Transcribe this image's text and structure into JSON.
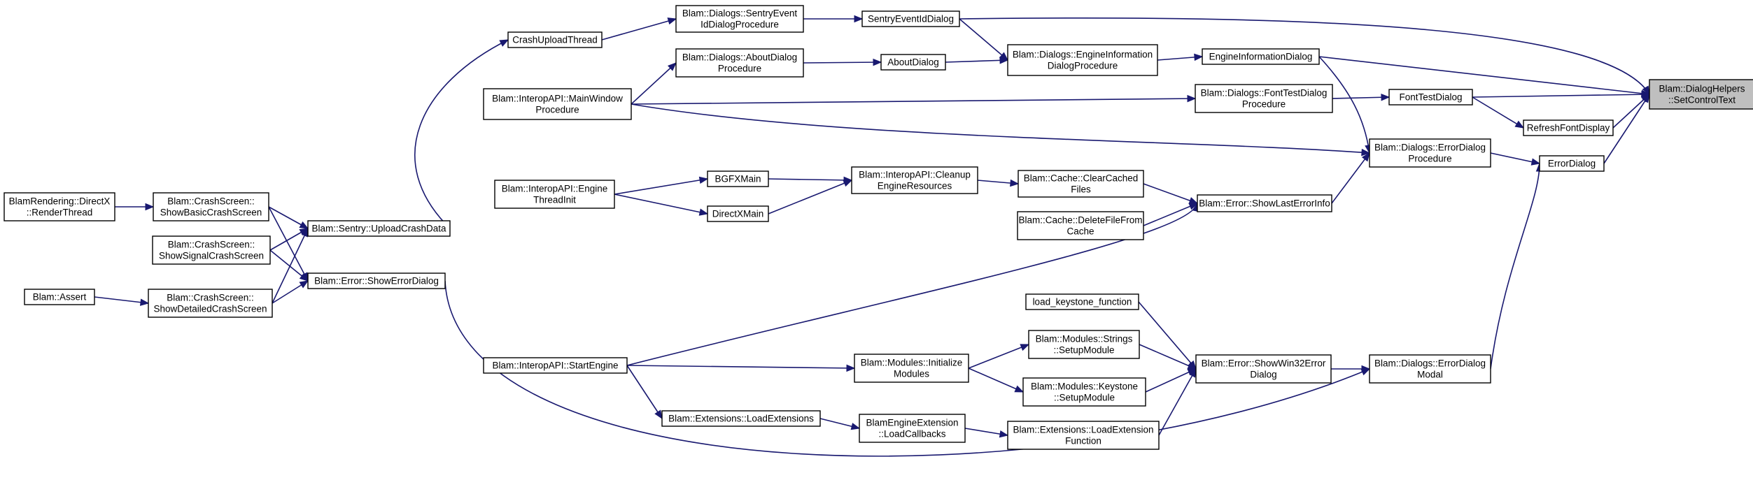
{
  "graph": {
    "title": "",
    "edge_color": "#191970",
    "root_fill": "#bfbfbf",
    "nodes": [
      {
        "id": "root",
        "lines": [
          "Blam::DialogHelpers",
          "::SetControlText"
        ]
      },
      {
        "id": "sentryEvt",
        "lines": [
          "SentryEventIdDialog"
        ]
      },
      {
        "id": "dlgSentry",
        "lines": [
          "Blam::Dialogs::SentryEvent",
          "IdDialogProcedure"
        ]
      },
      {
        "id": "crashUp",
        "lines": [
          "CrashUploadThread"
        ]
      },
      {
        "id": "uploadCrash",
        "lines": [
          "Blam::Sentry::UploadCrashData"
        ]
      },
      {
        "id": "engInfoDlg",
        "lines": [
          "EngineInformationDialog"
        ]
      },
      {
        "id": "dlgEngInfo",
        "lines": [
          "Blam::Dialogs::EngineInformation",
          "DialogProcedure"
        ]
      },
      {
        "id": "aboutDlg",
        "lines": [
          "AboutDialog"
        ]
      },
      {
        "id": "dlgAbout",
        "lines": [
          "Blam::Dialogs::AboutDialog",
          "Procedure"
        ]
      },
      {
        "id": "mainWin",
        "lines": [
          "Blam::InteropAPI::MainWindow",
          "Procedure"
        ]
      },
      {
        "id": "fontTest",
        "lines": [
          "FontTestDialog"
        ]
      },
      {
        "id": "dlgFontTest",
        "lines": [
          "Blam::Dialogs::FontTestDialog",
          "Procedure"
        ]
      },
      {
        "id": "refreshFont",
        "lines": [
          "RefreshFontDisplay"
        ]
      },
      {
        "id": "errorDlg",
        "lines": [
          "ErrorDialog"
        ]
      },
      {
        "id": "dlgError",
        "lines": [
          "Blam::Dialogs::ErrorDialog",
          "Procedure"
        ]
      },
      {
        "id": "showLastErr",
        "lines": [
          "Blam::Error::ShowLastErrorInfo"
        ]
      },
      {
        "id": "clearCached",
        "lines": [
          "Blam::Cache::ClearCached",
          "Files"
        ]
      },
      {
        "id": "deleteFile",
        "lines": [
          "Blam::Cache::DeleteFileFrom",
          "Cache"
        ]
      },
      {
        "id": "cleanup",
        "lines": [
          "Blam::InteropAPI::Cleanup",
          "EngineResources"
        ]
      },
      {
        "id": "bgfx",
        "lines": [
          "BGFXMain"
        ]
      },
      {
        "id": "dx",
        "lines": [
          "DirectXMain"
        ]
      },
      {
        "id": "engThread",
        "lines": [
          "Blam::InteropAPI::Engine",
          "ThreadInit"
        ]
      },
      {
        "id": "renderThread",
        "lines": [
          "BlamRendering::DirectX",
          "::RenderThread"
        ]
      },
      {
        "id": "basicCrash",
        "lines": [
          "Blam::CrashScreen::",
          "ShowBasicCrashScreen"
        ]
      },
      {
        "id": "signalCrash",
        "lines": [
          "Blam::CrashScreen::",
          "ShowSignalCrashScreen"
        ]
      },
      {
        "id": "detailCrash",
        "lines": [
          "Blam::CrashScreen::",
          "ShowDetailedCrashScreen"
        ]
      },
      {
        "id": "assert",
        "lines": [
          "Blam::Assert"
        ]
      },
      {
        "id": "showErrDlg",
        "lines": [
          "Blam::Error::ShowErrorDialog"
        ]
      },
      {
        "id": "startEngine",
        "lines": [
          "Blam::InteropAPI::StartEngine"
        ]
      },
      {
        "id": "modInit",
        "lines": [
          "Blam::Modules::Initialize",
          "Modules"
        ]
      },
      {
        "id": "modStrings",
        "lines": [
          "Blam::Modules::Strings",
          "::SetupModule"
        ]
      },
      {
        "id": "modKeystone",
        "lines": [
          "Blam::Modules::Keystone",
          "::SetupModule"
        ]
      },
      {
        "id": "loadKeystone",
        "lines": [
          "load_keystone_function"
        ]
      },
      {
        "id": "win32Err",
        "lines": [
          "Blam::Error::ShowWin32Error",
          "Dialog"
        ]
      },
      {
        "id": "dlgErrorModal",
        "lines": [
          "Blam::Dialogs::ErrorDialog",
          "Modal"
        ]
      },
      {
        "id": "loadExts",
        "lines": [
          "Blam::Extensions::LoadExtensions"
        ]
      },
      {
        "id": "loadCallbacks",
        "lines": [
          "BlamEngineExtension",
          "::LoadCallbacks"
        ]
      },
      {
        "id": "loadExtFunc",
        "lines": [
          "Blam::Extensions::LoadExtension",
          "Function"
        ]
      }
    ],
    "edges": [
      [
        "sentryEvt",
        "root"
      ],
      [
        "engInfoDlg",
        "root"
      ],
      [
        "fontTest",
        "root"
      ],
      [
        "refreshFont",
        "root"
      ],
      [
        "errorDlg",
        "root"
      ],
      [
        "dlgSentry",
        "sentryEvt"
      ],
      [
        "crashUp",
        "dlgSentry"
      ],
      [
        "uploadCrash",
        "crashUp"
      ],
      [
        "dlgEngInfo",
        "engInfoDlg"
      ],
      [
        "sentryEvt",
        "dlgEngInfo"
      ],
      [
        "aboutDlg",
        "dlgEngInfo"
      ],
      [
        "dlgAbout",
        "aboutDlg"
      ],
      [
        "mainWin",
        "dlgAbout"
      ],
      [
        "dlgFontTest",
        "fontTest"
      ],
      [
        "mainWin",
        "dlgFontTest"
      ],
      [
        "fontTest",
        "refreshFont"
      ],
      [
        "dlgError",
        "errorDlg"
      ],
      [
        "mainWin",
        "dlgError"
      ],
      [
        "engInfoDlg",
        "dlgError"
      ],
      [
        "showLastErr",
        "dlgError"
      ],
      [
        "clearCached",
        "showLastErr"
      ],
      [
        "deleteFile",
        "showLastErr"
      ],
      [
        "startEngine",
        "showLastErr"
      ],
      [
        "cleanup",
        "clearCached"
      ],
      [
        "bgfx",
        "cleanup"
      ],
      [
        "dx",
        "cleanup"
      ],
      [
        "engThread",
        "bgfx"
      ],
      [
        "engThread",
        "dx"
      ],
      [
        "renderThread",
        "basicCrash"
      ],
      [
        "basicCrash",
        "uploadCrash"
      ],
      [
        "signalCrash",
        "uploadCrash"
      ],
      [
        "detailCrash",
        "uploadCrash"
      ],
      [
        "basicCrash",
        "showErrDlg"
      ],
      [
        "signalCrash",
        "showErrDlg"
      ],
      [
        "detailCrash",
        "showErrDlg"
      ],
      [
        "assert",
        "detailCrash"
      ],
      [
        "dlgErrorModal",
        "errorDlg"
      ],
      [
        "showErrDlg",
        "dlgErrorModal"
      ],
      [
        "win32Err",
        "dlgErrorModal"
      ],
      [
        "loadKeystone",
        "win32Err"
      ],
      [
        "modStrings",
        "win32Err"
      ],
      [
        "modKeystone",
        "win32Err"
      ],
      [
        "loadExtFunc",
        "win32Err"
      ],
      [
        "modInit",
        "modStrings"
      ],
      [
        "modInit",
        "modKeystone"
      ],
      [
        "startEngine",
        "modInit"
      ],
      [
        "startEngine",
        "loadExts"
      ],
      [
        "loadExts",
        "loadCallbacks"
      ],
      [
        "loadCallbacks",
        "loadExtFunc"
      ]
    ]
  }
}
